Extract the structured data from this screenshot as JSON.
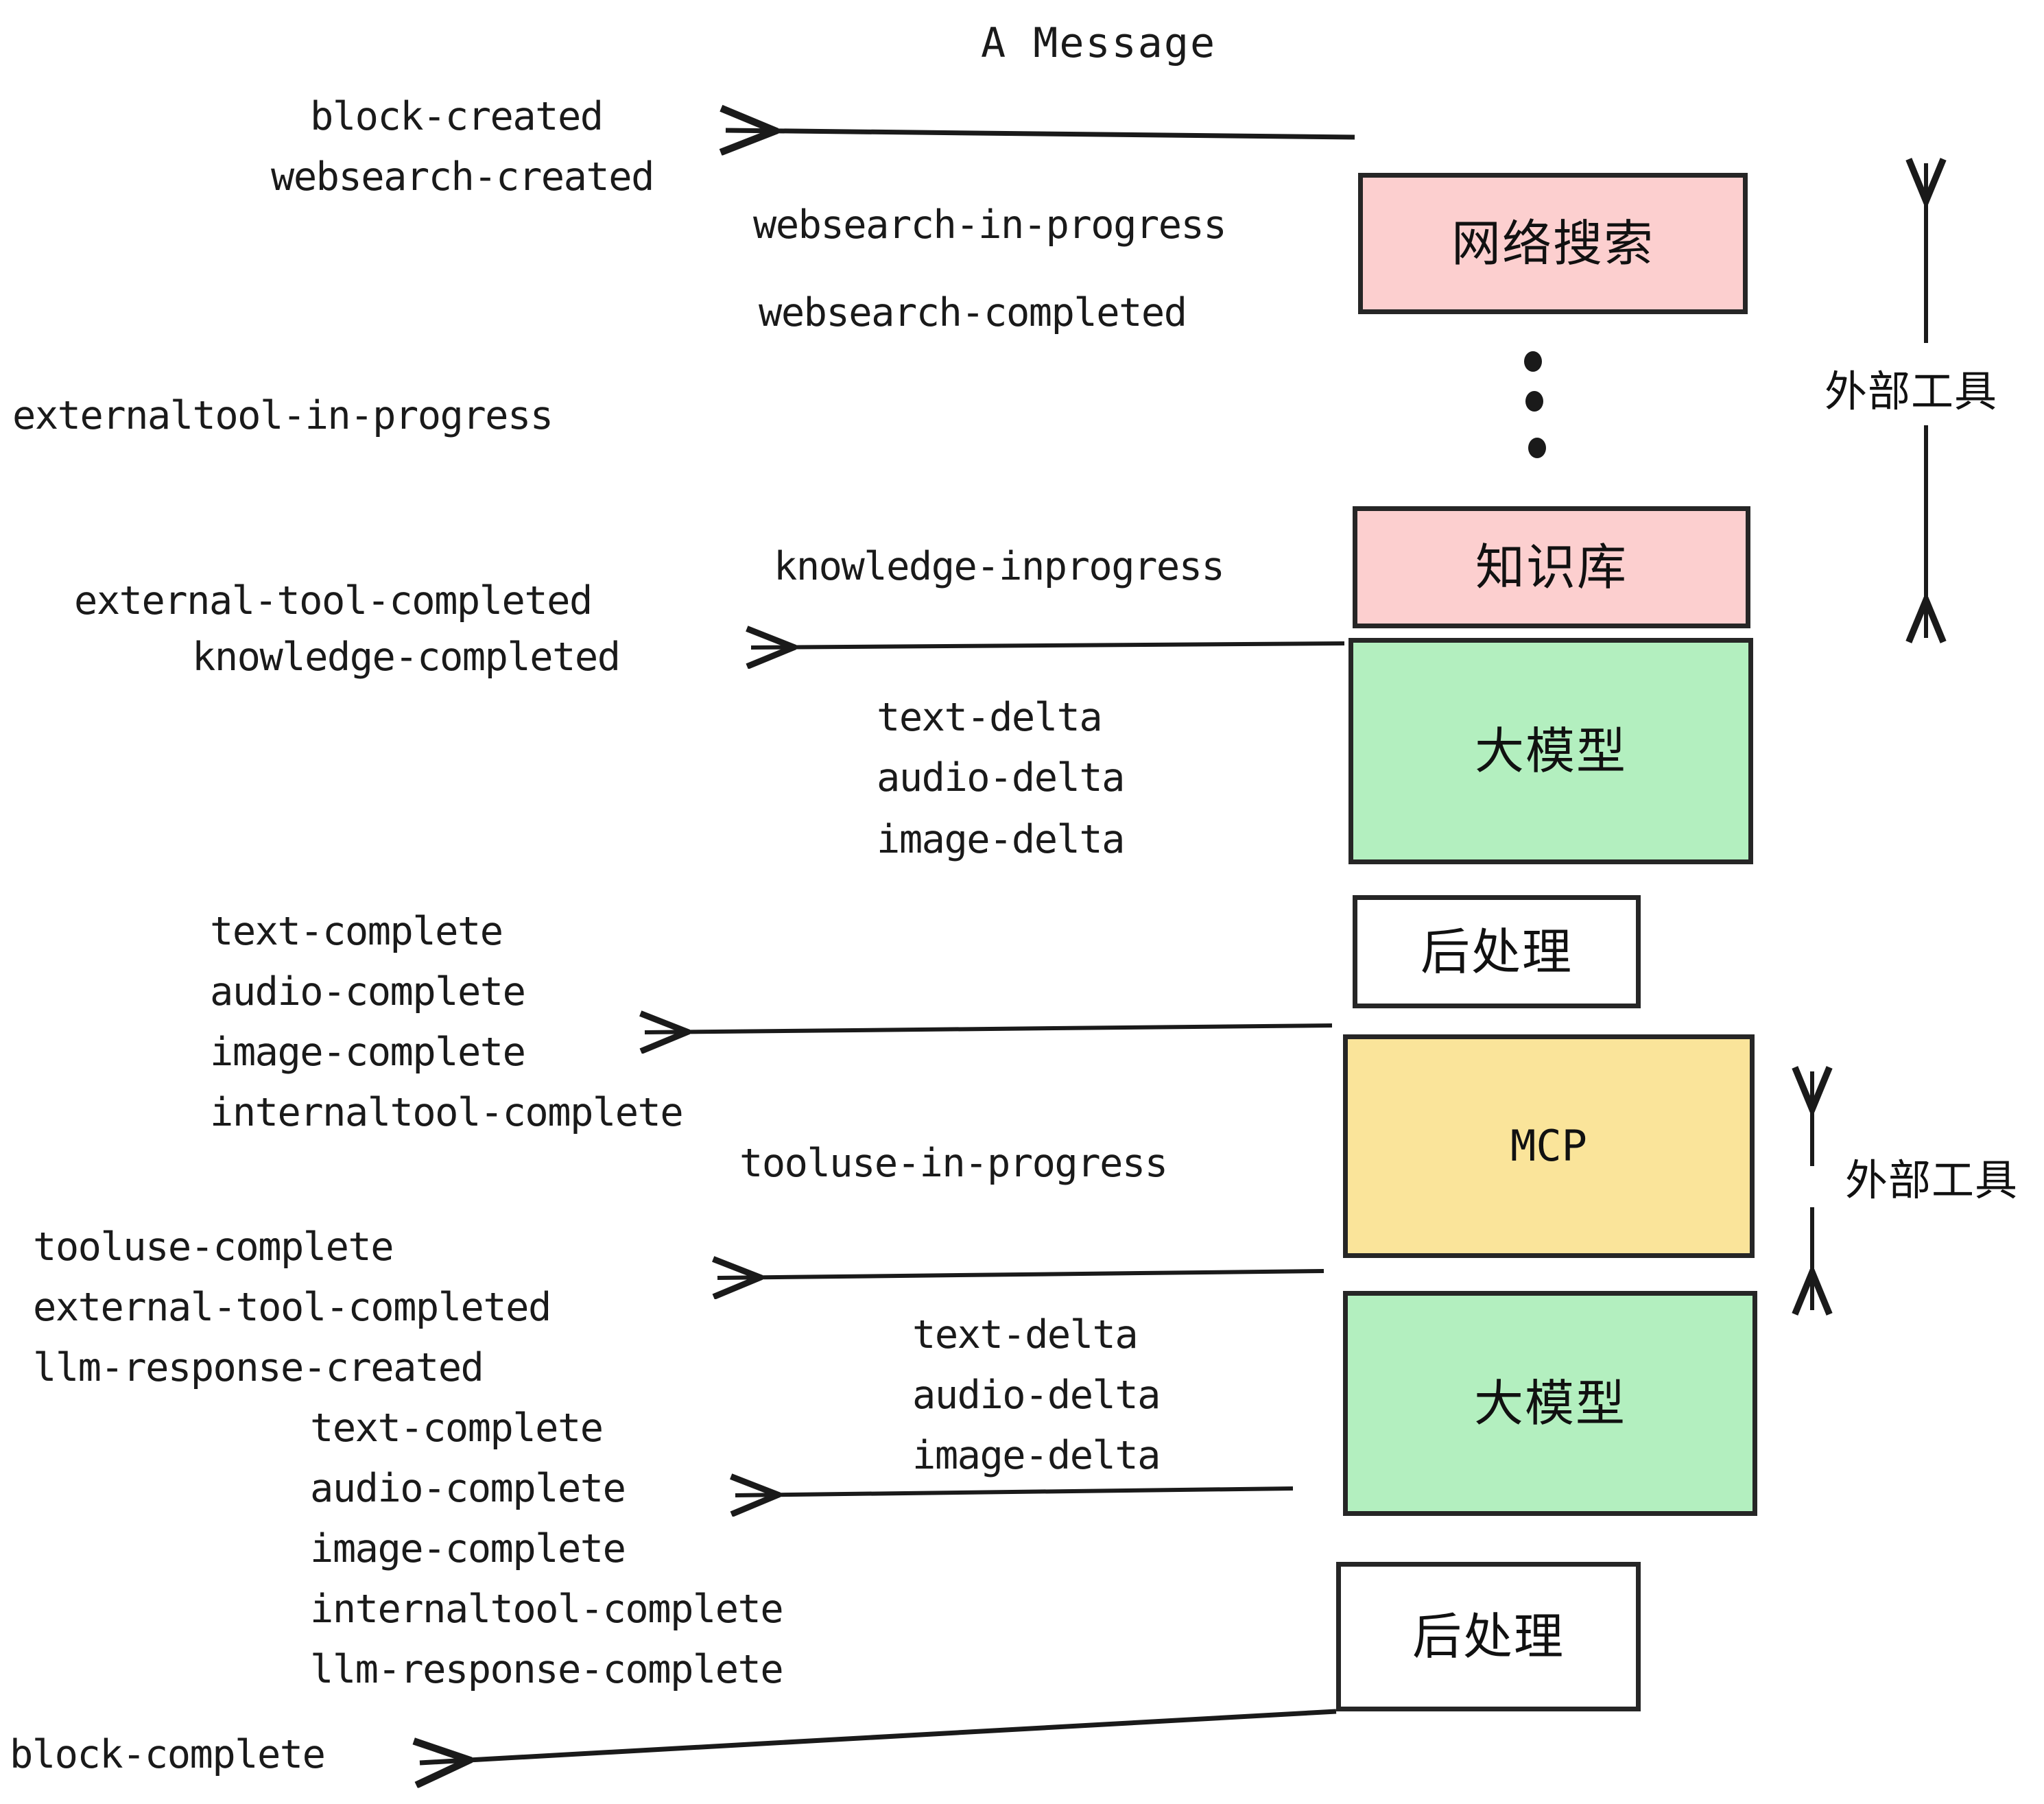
{
  "title": "A Message",
  "colors": {
    "pink": "#fccfcf",
    "green": "#b3efbf",
    "yellow": "#fae49a",
    "white": "#ffffff",
    "stroke": "#262626",
    "text": "#1a1a1a"
  },
  "nodes": [
    {
      "id": "websearch",
      "label": "网络搜索",
      "fill": "#fccfcf"
    },
    {
      "id": "knowledge",
      "label": "知识库",
      "fill": "#fccfcf"
    },
    {
      "id": "llm-1",
      "label": "大模型",
      "fill": "#b3efbf"
    },
    {
      "id": "postprocess-1",
      "label": "后处理",
      "fill": "#ffffff"
    },
    {
      "id": "mcp",
      "label": "MCP",
      "fill": "#fae49a"
    },
    {
      "id": "llm-2",
      "label": "大模型",
      "fill": "#b3efbf"
    },
    {
      "id": "postprocess-2",
      "label": "后处理",
      "fill": "#ffffff"
    }
  ],
  "side_labels": [
    {
      "id": "external-tool-top",
      "label": "外部工具"
    },
    {
      "id": "external-tool-bottom",
      "label": "外部工具"
    }
  ],
  "events": {
    "block_created": "block-created",
    "websearch_created": "websearch-created",
    "websearch_in_progress": "websearch-in-progress",
    "websearch_completed": "websearch-completed",
    "externaltool_in_progress": "externaltool-in-progress",
    "knowledge_inprogress": "knowledge-inprogress",
    "external_tool_completed_1": "external-tool-completed",
    "knowledge_completed": "knowledge-completed",
    "text_delta_1": "text-delta",
    "audio_delta_1": "audio-delta",
    "image_delta_1": "image-delta",
    "text_complete_1": "text-complete",
    "audio_complete_1": "audio-complete",
    "image_complete_1": "image-complete",
    "internaltool_complete_1": "internaltool-complete",
    "tooluse_in_progress": "tooluse-in-progress",
    "tooluse_complete": "tooluse-complete",
    "external_tool_completed_2": "external-tool-completed",
    "llm_response_created": "llm-response-created",
    "text_delta_2": "text-delta",
    "audio_delta_2": "audio-delta",
    "image_delta_2": "image-delta",
    "text_complete_2": "text-complete",
    "audio_complete_2": "audio-complete",
    "image_complete_2": "image-complete",
    "internaltool_complete_2": "internaltool-complete",
    "llm_response_complete": "llm-response-complete",
    "block_complete": "block-complete"
  }
}
